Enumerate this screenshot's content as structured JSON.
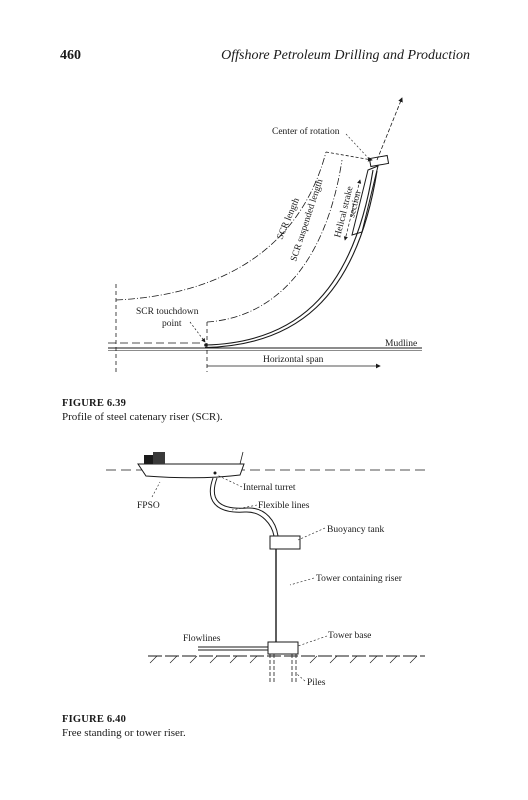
{
  "header": {
    "page_number": "460",
    "running_title": "Offshore Petroleum Drilling and Production"
  },
  "figure_639": {
    "label": "FIGURE 6.39",
    "caption": "Profile of steel catenary riser (SCR).",
    "labels": {
      "center_of_rotation": "Center of rotation",
      "scr_length": "SCR length",
      "scr_suspended_length": "SCR suspended length",
      "helical_strake_line1": "Helical strake",
      "helical_strake_line2": "section",
      "touchdown_line1": "SCR touchdown",
      "touchdown_line2": "point",
      "mudline": "Mudline",
      "horizontal_span": "Horizontal span"
    }
  },
  "figure_640": {
    "label": "FIGURE 6.40",
    "caption": "Free standing or tower riser.",
    "labels": {
      "internal_turret": "Internal turret",
      "fpso": "FPSO",
      "flexible_lines": "Flexible lines",
      "buoyancy_tank": "Buoyancy tank",
      "tower_containing_riser": "Tower containing riser",
      "flowlines": "Flowlines",
      "tower_base": "Tower base",
      "piles": "Piles"
    }
  }
}
